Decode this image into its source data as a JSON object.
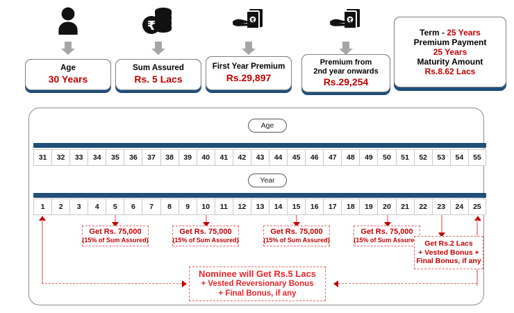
{
  "top_cards": [
    {
      "icon": "person-icon",
      "label": "Age",
      "value": "30 Years"
    },
    {
      "icon": "rupee-coins-icon",
      "label": "Sum Assured",
      "value": "Rs. 5 Lacs"
    },
    {
      "icon": "hand-cash-icon",
      "label": "First Year Premium",
      "value": "Rs.29,897"
    },
    {
      "icon": "hand-cash-icon",
      "label": "Premium from",
      "label2": "2nd year onwards",
      "value": "Rs.29,254"
    }
  ],
  "summary_card": {
    "line1_key": "Term  -",
    "line1_value": "25 Years",
    "line2_key": "Premium Payment",
    "line2_value": "25 Years",
    "line3_key": "Maturity Amount",
    "line3_value": "Rs.8.62 Lacs"
  },
  "timeline": {
    "age_pill": "Age",
    "year_pill": "Year",
    "age_values": [
      "31",
      "32",
      "33",
      "34",
      "35",
      "36",
      "37",
      "38",
      "39",
      "40",
      "41",
      "42",
      "43",
      "44",
      "45",
      "46",
      "47",
      "48",
      "49",
      "50",
      "51",
      "52",
      "53",
      "54",
      "55"
    ],
    "year_values": [
      "1",
      "2",
      "3",
      "4",
      "5",
      "6",
      "7",
      "8",
      "9",
      "10",
      "11",
      "12",
      "13",
      "14",
      "15",
      "16",
      "17",
      "18",
      "19",
      "20",
      "21",
      "22",
      "23",
      "24",
      "25"
    ]
  },
  "payouts": [
    {
      "at_year": "5",
      "title": "Get Rs. 75,000",
      "note": "(15% of Sum Assured)"
    },
    {
      "at_year": "10",
      "title": "Get Rs. 75,000",
      "note": "(15% of Sum Assured)"
    },
    {
      "at_year": "15",
      "title": "Get Rs. 75,000",
      "note": "(15% of Sum Assured)"
    },
    {
      "at_year": "20",
      "title": "Get Rs. 75,000",
      "note": "(15% of Sum Assured)"
    }
  ],
  "maturity_callout": {
    "line1": "Get Rs.2 Lacs",
    "line2": "+ Vested Bonus +",
    "line3": "Final Bonus, if any"
  },
  "nominee_callout": {
    "line1": "Nominee will Get Rs.5 Lacs",
    "line2": "+ Vested Reversionary Bonus",
    "line3": "+ Final Bonus, if any"
  },
  "colors": {
    "red": "#c00000",
    "bright_red": "#e8252a",
    "navy": "#1f4e79",
    "dashed_red": "#e06666",
    "arrow_gray": "#a6a6a6"
  }
}
